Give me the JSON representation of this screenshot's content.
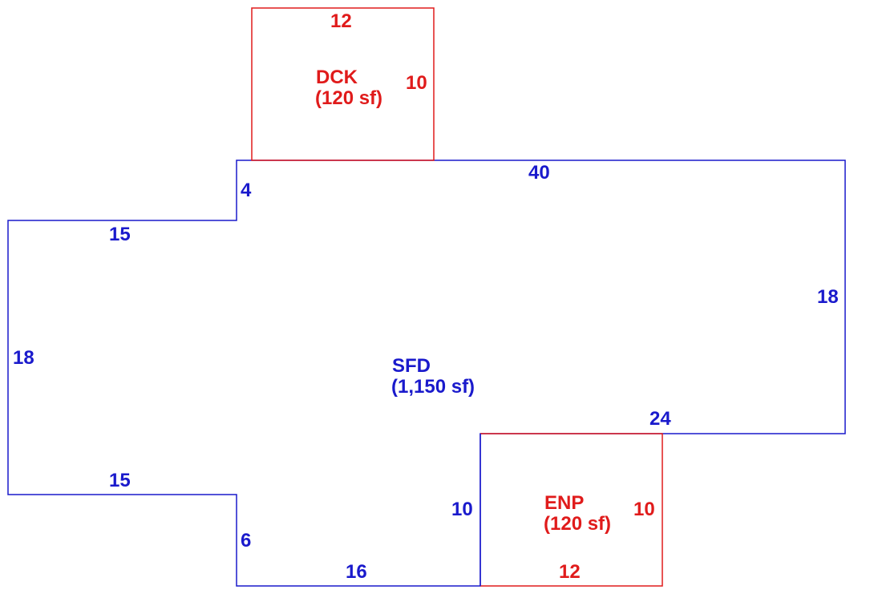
{
  "colors": {
    "main": "#1a1acc",
    "addition": "#e01b1b",
    "background": "#ffffff"
  },
  "main_area": {
    "code": "SFD",
    "area_text": "(1,150 sf)",
    "dims": {
      "top": "40",
      "left_step": "4",
      "upper_left": "15",
      "left": "18",
      "right": "18",
      "lower_left": "15",
      "bottom_step": "6",
      "bottom": "16",
      "notch_side": "10",
      "notch_top": "24"
    }
  },
  "deck": {
    "code": "DCK",
    "area_text": "(120 sf)",
    "dims": {
      "top": "12",
      "side": "10"
    }
  },
  "porch": {
    "code": "ENP",
    "area_text": "(120 sf)",
    "dims": {
      "side": "10",
      "bottom": "12"
    }
  }
}
